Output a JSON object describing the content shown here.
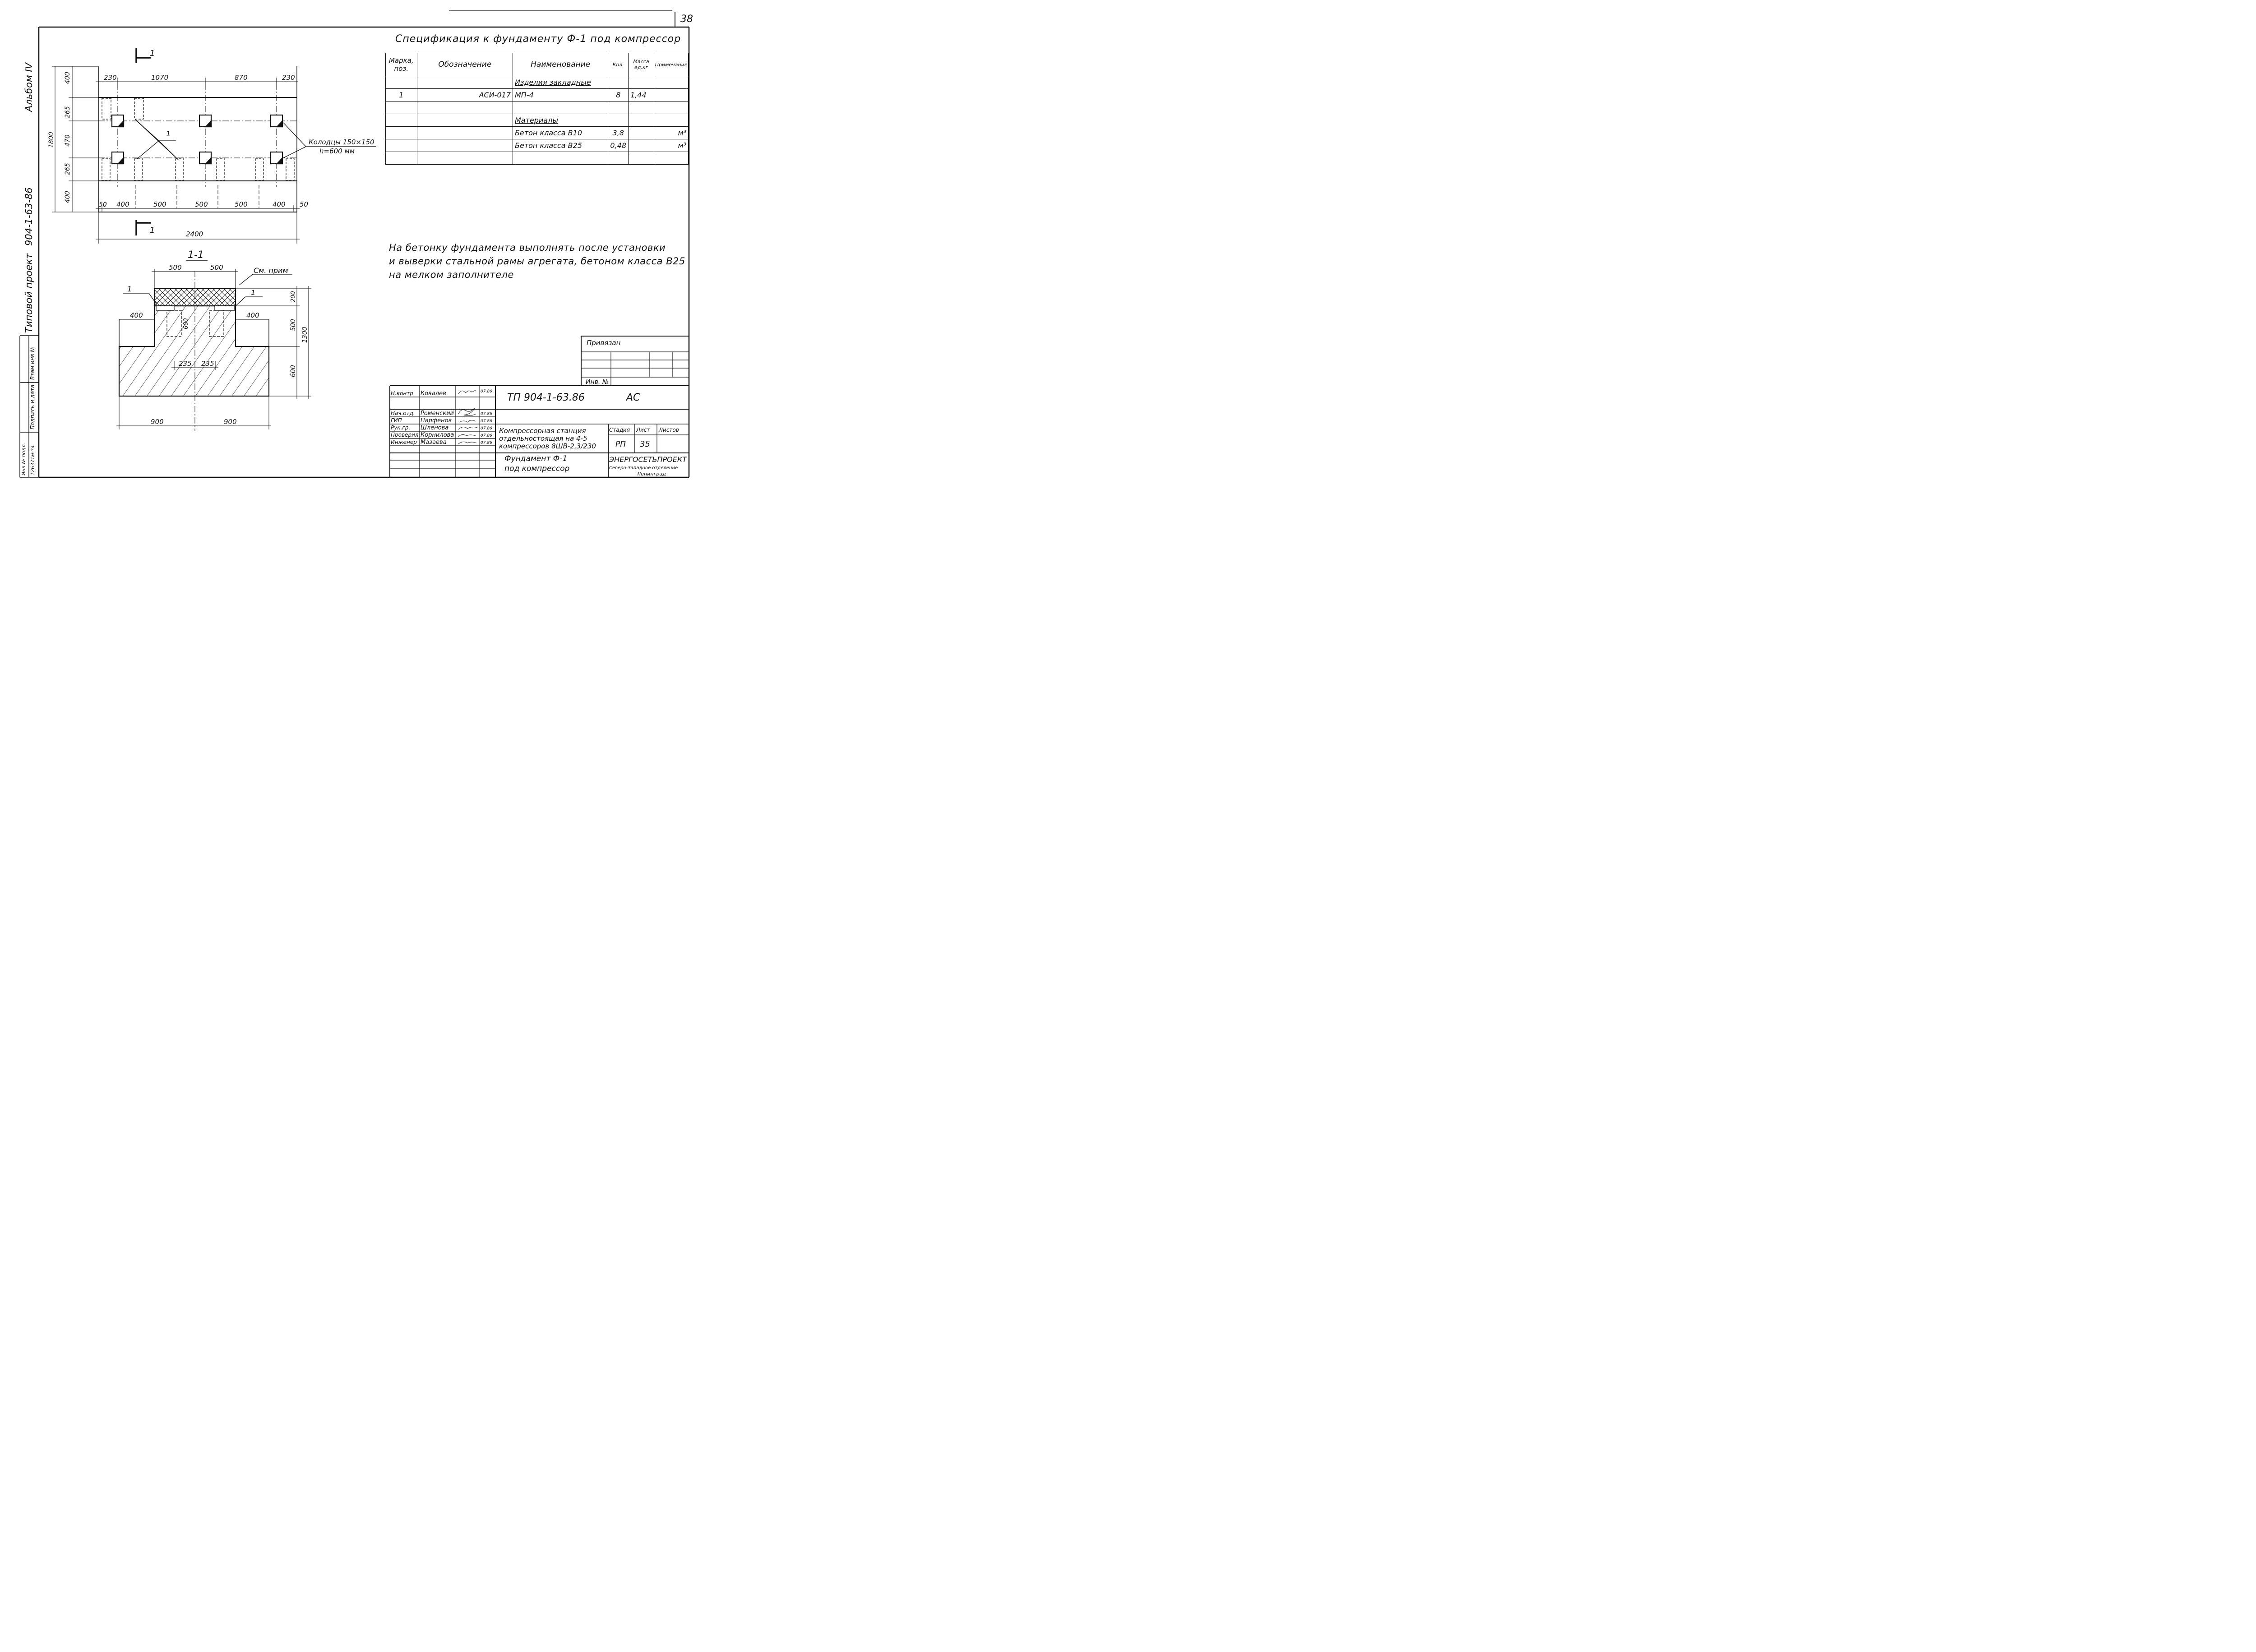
{
  "sheet_number": "38",
  "side_labels": {
    "album": "Альбом IV",
    "project_code": "904-1-63-86",
    "project_type": "Типовой проект",
    "inv_no_label": "Инв № подл.",
    "inv_no_value": "12637тм-т4",
    "sign_label": "Подпись и дата",
    "replace_label": "Взам инв №"
  },
  "plan": {
    "section_mark": "1",
    "top_dims": [
      "230",
      "1070",
      "870",
      "230"
    ],
    "left_dims": [
      "400",
      "265",
      "470",
      "265",
      "400"
    ],
    "overall_height": "1800",
    "bottom_dims": [
      "50",
      "400",
      "500",
      "500",
      "500",
      "400",
      "50"
    ],
    "overall_width": "2400",
    "item_label": "1",
    "wells_note_line1": "Колодцы 150×150",
    "wells_note_line2": "h=600 мм"
  },
  "section": {
    "title": "1-1",
    "top_dims": [
      "500",
      "500"
    ],
    "see_note": "См. прим",
    "item_left": "1",
    "item_right": "1",
    "ledge_left": "400",
    "ledge_right": "400",
    "well_depth": "600",
    "right_dims": [
      "200",
      "500",
      "600"
    ],
    "overall_height": "1300",
    "inner_dims": [
      "235",
      "235"
    ],
    "bottom_dims": [
      "900",
      "900"
    ]
  },
  "spec": {
    "title": "Спецификация к фундаменту Ф-1 под компрессор",
    "headers": [
      "Марка, поз.",
      "Обозначение",
      "Наименование",
      "Кол.",
      "Масса ед.кг",
      "Примечание"
    ],
    "rows": [
      {
        "mark": "",
        "designation": "",
        "name": "Изделия закладные",
        "qty": "",
        "mass": "",
        "note": "",
        "underline": true
      },
      {
        "mark": "1",
        "designation": "АСИ-017",
        "name": "МП-4",
        "qty": "8",
        "mass": "1,44",
        "note": "",
        "underline": false
      },
      {
        "mark": "",
        "designation": "",
        "name": "",
        "qty": "",
        "mass": "",
        "note": "",
        "underline": false
      },
      {
        "mark": "",
        "designation": "",
        "name": "Материалы",
        "qty": "",
        "mass": "",
        "note": "",
        "underline": true
      },
      {
        "mark": "",
        "designation": "",
        "name": "Бетон класса В10",
        "qty": "3,8",
        "mass": "",
        "note": "м³",
        "underline": false
      },
      {
        "mark": "",
        "designation": "",
        "name": "Бетон класса В25",
        "qty": "0,48",
        "mass": "",
        "note": "м³",
        "underline": false
      },
      {
        "mark": "",
        "designation": "",
        "name": "",
        "qty": "",
        "mass": "",
        "note": "",
        "underline": false
      }
    ]
  },
  "note_lines": [
    "На бетонку фундамента выполнять после установки",
    "и выверки стальной рамы агрегата, бетоном класса В25",
    "на мелком заполнителе"
  ],
  "stamp": {
    "privyazan": "Привязан",
    "inv_no": "Инв. №",
    "roles": [
      {
        "role": "Н.контр.",
        "name": "Ковалев",
        "date": "07.86"
      },
      {
        "role": "Нач.отд.",
        "name": "Роменский",
        "date": "07.86"
      },
      {
        "role": "ГИП",
        "name": "Парфенов",
        "date": "07.86"
      },
      {
        "role": "Рук.гр.",
        "name": "Шленова",
        "date": "07.86"
      },
      {
        "role": "Проверил",
        "name": "Корнилова",
        "date": "07.86"
      },
      {
        "role": "Инженер",
        "name": "Мазаева",
        "date": "07.86"
      }
    ],
    "doc_code": "ТП 904-1-63.86",
    "mark": "АС",
    "project_name": [
      "Компрессорная станция",
      "отдельностоящая на 4-5",
      "компрессоров 8ШВ-2,3/230"
    ],
    "drawing_name": [
      "Фундамент Ф-1",
      "под компрессор"
    ],
    "stage_label": "Стадия",
    "sheet_label": "Лист",
    "sheets_label": "Листов",
    "stage": "РП",
    "sheet": "35",
    "org": [
      "ЭНЕРГОСЕТЬПРОЕКТ",
      "Северо-Западное отделение",
      "Ленинград"
    ]
  }
}
